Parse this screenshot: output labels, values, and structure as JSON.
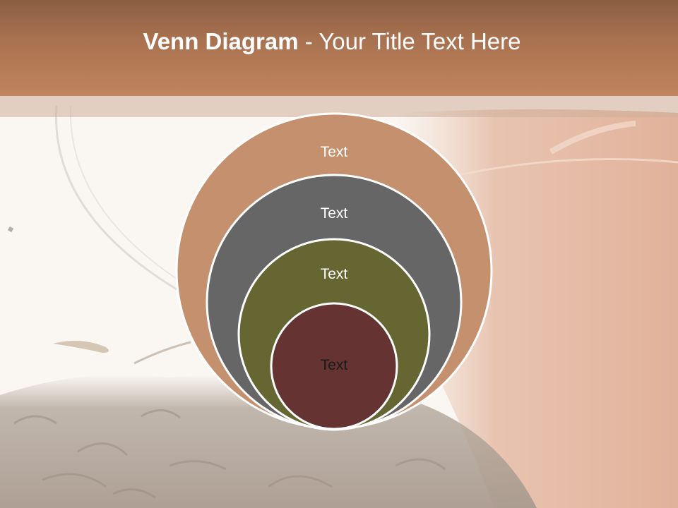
{
  "slide": {
    "title_bold": "Venn Diagram",
    "title_rest": " - Your Title Text Here"
  },
  "diagram": {
    "circles": [
      {
        "label": "Text",
        "color": "#c4906e",
        "text_color": "#ffffff"
      },
      {
        "label": "Text",
        "color": "#666666",
        "text_color": "#ffffff"
      },
      {
        "label": "Text",
        "color": "#666633",
        "text_color": "#ffffff"
      },
      {
        "label": "Text",
        "color": "#663333",
        "text_color": "#1a1a1a"
      }
    ]
  },
  "colors": {
    "header": "#b07a56",
    "circle_outline": "#ffffff"
  }
}
